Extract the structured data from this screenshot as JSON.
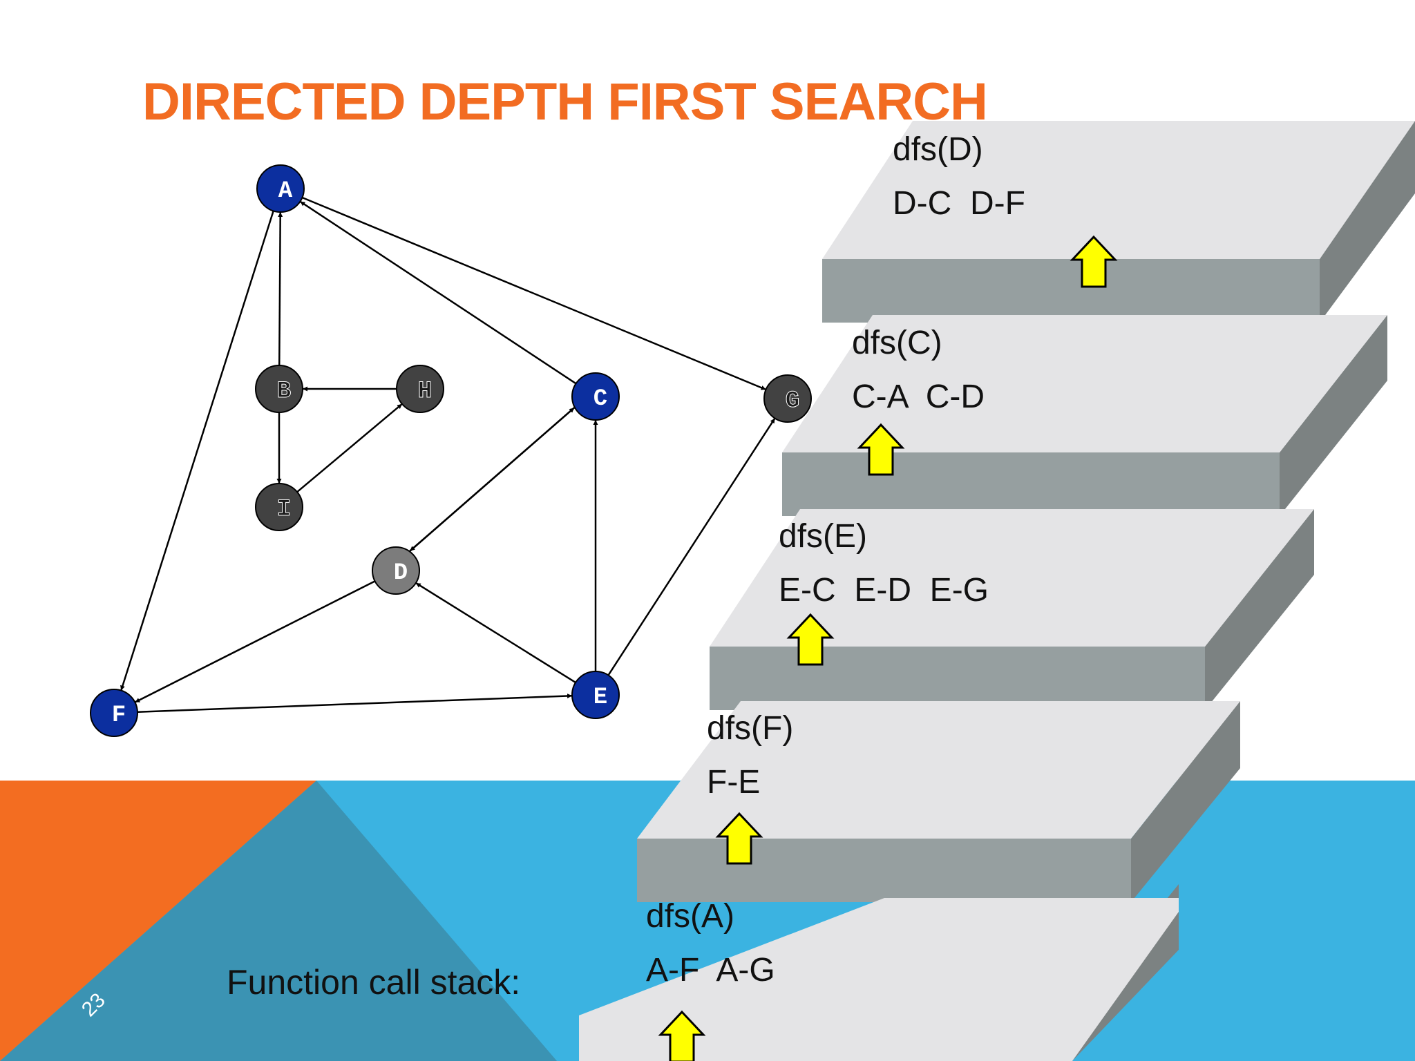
{
  "slide": {
    "title": "DIRECTED DEPTH FIRST SEARCH",
    "stack_label": "Function call stack:",
    "page_number": "23"
  },
  "colors": {
    "title": "#f26c22",
    "orange_band": "#f36d21",
    "blue_band": "#3bb3e1",
    "teal_triangle": "#3b93b3",
    "node_visited": "#0c2f9f",
    "node_dark": "#424242",
    "node_current": "#7c7c7c",
    "arrow_fill": "#ffff00",
    "step_top": "#e4e4e6",
    "step_front": "#969fa0",
    "step_side": "#7c8282"
  },
  "graph": {
    "nodes": [
      {
        "id": "A",
        "label": "A",
        "state": "visited"
      },
      {
        "id": "B",
        "label": "B",
        "state": "unvisited"
      },
      {
        "id": "H",
        "label": "H",
        "state": "unvisited"
      },
      {
        "id": "I",
        "label": "I",
        "state": "unvisited"
      },
      {
        "id": "C",
        "label": "C",
        "state": "visited"
      },
      {
        "id": "G",
        "label": "G",
        "state": "unvisited"
      },
      {
        "id": "D",
        "label": "D",
        "state": "current"
      },
      {
        "id": "E",
        "label": "E",
        "state": "visited"
      },
      {
        "id": "F",
        "label": "F",
        "state": "visited"
      }
    ],
    "edges": [
      {
        "from": "A",
        "to": "F"
      },
      {
        "from": "A",
        "to": "G"
      },
      {
        "from": "B",
        "to": "A"
      },
      {
        "from": "B",
        "to": "I"
      },
      {
        "from": "H",
        "to": "B"
      },
      {
        "from": "I",
        "to": "H"
      },
      {
        "from": "C",
        "to": "A"
      },
      {
        "from": "C",
        "to": "D"
      },
      {
        "from": "D",
        "to": "C"
      },
      {
        "from": "D",
        "to": "F"
      },
      {
        "from": "E",
        "to": "C"
      },
      {
        "from": "E",
        "to": "D"
      },
      {
        "from": "E",
        "to": "G"
      },
      {
        "from": "F",
        "to": "E"
      }
    ]
  },
  "call_stack": [
    {
      "call": "dfs(A)",
      "edges": "A-F  A-G"
    },
    {
      "call": "dfs(F)",
      "edges": "F-E"
    },
    {
      "call": "dfs(E)",
      "edges": "E-C  E-D  E-G"
    },
    {
      "call": "dfs(C)",
      "edges": "C-A  C-D"
    },
    {
      "call": "dfs(D)",
      "edges": "D-C  D-F"
    }
  ]
}
